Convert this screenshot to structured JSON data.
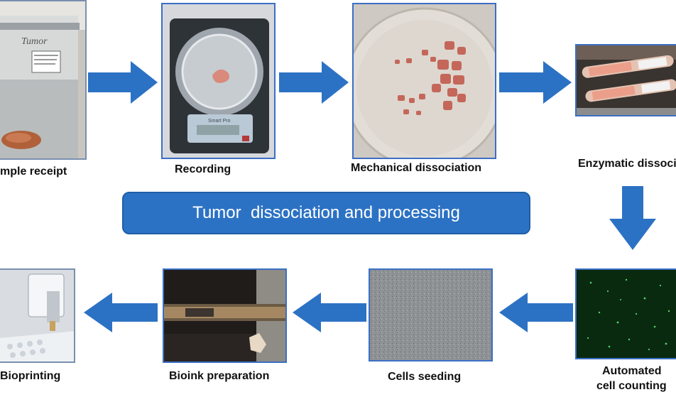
{
  "banner": {
    "title": "Tumor  dissociation and processing"
  },
  "steps": {
    "sample_receipt": "mple receipt",
    "recording": "Recording",
    "mechanical": "Mechanical dissociation",
    "enzymatic": "Enzymatic dissoci",
    "automated_line1": "Automated",
    "automated_line2": "cell counting",
    "cells_seeding": "Cells seeding",
    "bioink": "Bioink preparation",
    "bioprinting": "Bioprinting"
  },
  "photo_text": {
    "jar_label": "Tumor",
    "scale_brand": "Smart Pro"
  },
  "colors": {
    "arrow": "#2c72c4",
    "banner": "#2c72c4",
    "frame": "#3b6fc4"
  }
}
